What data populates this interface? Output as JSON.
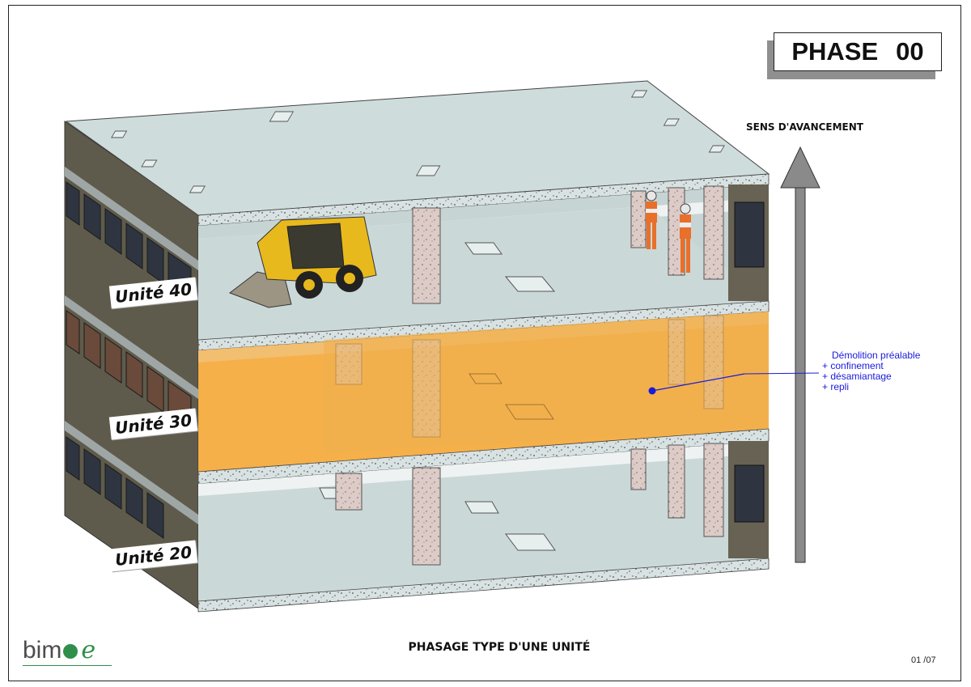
{
  "phase": {
    "label": "PHASE",
    "number": "00"
  },
  "direction_label": "SENS D'AVANCEMENT",
  "units": [
    {
      "label": "Unité 40"
    },
    {
      "label": "Unité 30"
    },
    {
      "label": "Unité 20"
    }
  ],
  "annotation": {
    "lines": [
      "Démolition préalable",
      "+ confinement",
      "+ désamiantage",
      "+ repli"
    ],
    "color": "#1a1adb"
  },
  "title": "PHASAGE TYPE D'UNE UNITÉ",
  "page_number": "01 /07",
  "logo": {
    "text_left": "bim",
    "text_right": "e"
  },
  "colors": {
    "highlight_floor": "#f4a93a",
    "slab": "#cfdcdc",
    "facade": "#5e5a4b",
    "column": "#d8c8c4",
    "arrow": "#888888"
  }
}
